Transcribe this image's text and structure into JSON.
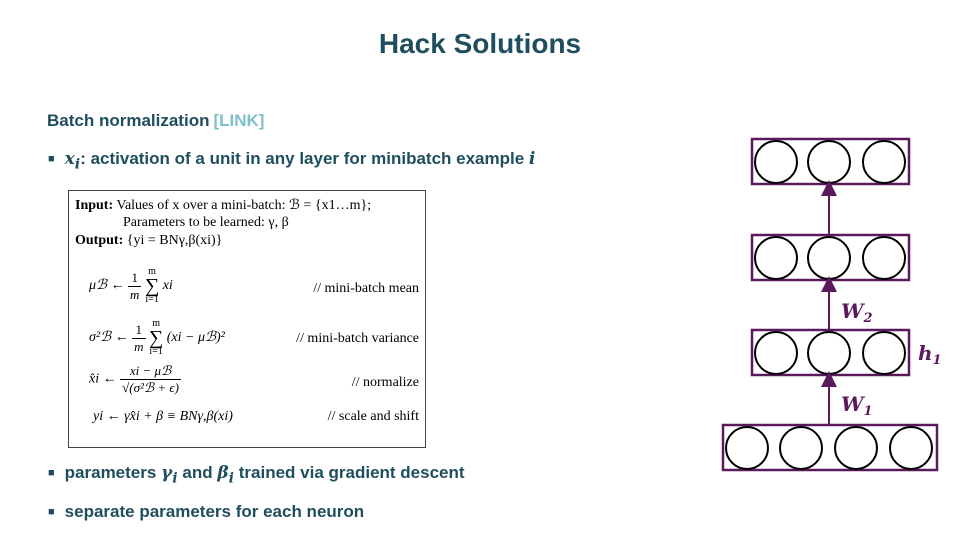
{
  "slide": {
    "title": "Hack Solutions",
    "heading": "Batch normalization",
    "heading_link": "[LINK]",
    "bullet1_var": "x",
    "bullet1_sub": "i",
    "bullet1_text": ": activation of a unit in any layer for minibatch example ",
    "bullet1_tail": "i",
    "bullet2_pre": "parameters ",
    "bullet2_gamma": "γ",
    "bullet2_gamma_sub": "i",
    "bullet2_mid": " and ",
    "bullet2_beta": "β",
    "bullet2_beta_sub": "i",
    "bullet2_post": " trained via gradient descent",
    "bullet3": "separate parameters for each neuron"
  },
  "algorithm": {
    "input_label": "Input:",
    "input_text": "Values of x over a mini-batch: ℬ = {x1…m};",
    "params_text": "Parameters to be learned: γ, β",
    "output_label": "Output:",
    "output_text": "{yi = BNγ,β(xi)}",
    "mean_lhs": "μℬ ←",
    "mean_num": "1",
    "mean_den": "m",
    "mean_sum_top": "m",
    "mean_sum_bot": "i=1",
    "mean_term": "xi",
    "mean_comment": "// mini-batch mean",
    "var_lhs": "σ²ℬ ←",
    "var_num": "1",
    "var_den": "m",
    "var_sum_top": "m",
    "var_sum_bot": "i=1",
    "var_term": "(xi − μℬ)²",
    "var_comment": "// mini-batch variance",
    "norm_lhs": "x̂i ←",
    "norm_num": "xi − μℬ",
    "norm_den": "√(σ²ℬ + ϵ)",
    "norm_comment": "// normalize",
    "scale_text": "yi ← γx̂i + β ≡ BNγ,β(xi)",
    "scale_comment": "// scale and shift"
  },
  "network": {
    "color": "#5b1a5e",
    "label_w2": "W",
    "label_w2_sub": "2",
    "label_h1": "h",
    "label_h1_sub": "1",
    "label_w1": "W",
    "label_w1_sub": "1"
  }
}
